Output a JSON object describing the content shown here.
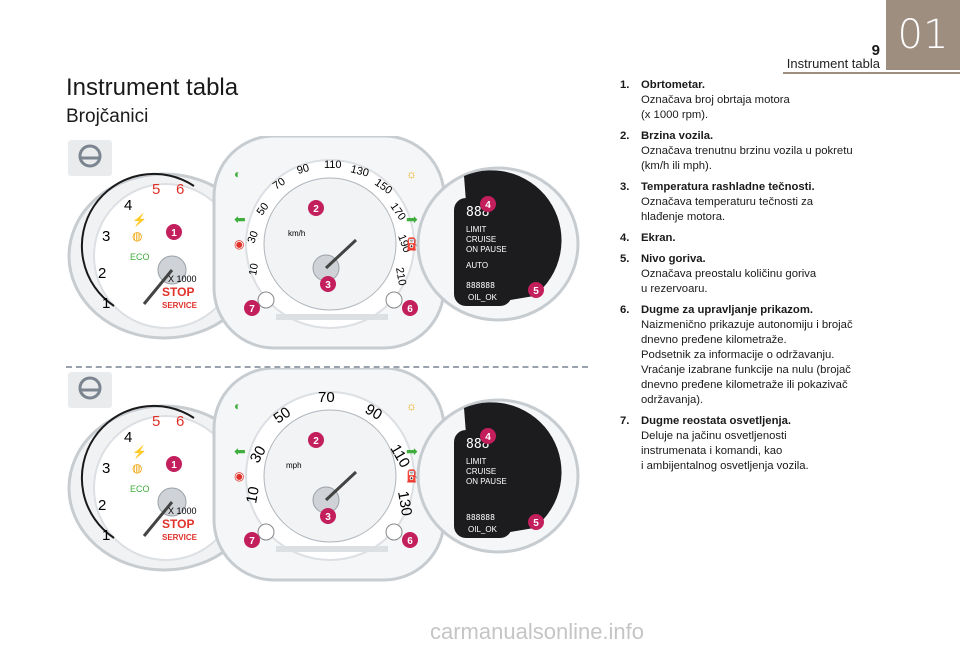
{
  "header": {
    "page_number": "9",
    "section": "Instrument tabla",
    "chapter": "01"
  },
  "title": "Instrument tabla",
  "subtitle": "Brojčanici",
  "legend": [
    {
      "num": "1.",
      "title": "Obrtometar.",
      "desc": "Označava broj obrtaja motora\n(x 1000 rpm)."
    },
    {
      "num": "2.",
      "title": "Brzina vozila.",
      "desc": "Označava trenutnu brzinu vozila u pokretu\n(km/h ili mph)."
    },
    {
      "num": "3.",
      "title": "Temperatura rashladne tečnosti.",
      "desc": "Označava temperaturu tečnosti za\nhlađenje motora."
    },
    {
      "num": "4.",
      "title": "Ekran.",
      "desc": ""
    },
    {
      "num": "5.",
      "title": "Nivo goriva.",
      "desc": "Označava preostalu količinu goriva\nu rezervoaru."
    },
    {
      "num": "6.",
      "title": "Dugme za upravljanje prikazom.",
      "desc": "Naizmenično prikazuje autonomiju i brojač\ndnevno pređene kilometraže.\nPodsetnik za informacije o održavanju.\nVraćanje izabrane funkcije na nulu (brojač\ndnevno pređene kilometraže ili pokazivač\nodržavanja)."
    },
    {
      "num": "7.",
      "title": "Dugme reostata osvetljenja.",
      "desc": "Deluje na jačinu osvetljenosti\ninstrumenata i komandi, kao\ni ambijentalnog osvetljenja vozila."
    }
  ],
  "cluster_top": {
    "rpm_ticks": [
      "1",
      "2",
      "3",
      "4",
      "5",
      "6"
    ],
    "rpm_unit": "X 1000",
    "stop_label": "STOP",
    "service_label": "SERVICE",
    "eco_label": "ECO",
    "speed_ticks": [
      "10",
      "30",
      "50",
      "70",
      "90",
      "110",
      "130",
      "150",
      "170",
      "190",
      "210"
    ],
    "speed_unit": "km/h",
    "display_top": "888",
    "display_lines": [
      "LIMIT",
      "CRUISE",
      "ON  PAUSE",
      "AUTO",
      "OIL_OK"
    ],
    "display_odo": "888888",
    "callouts": [
      "1",
      "2",
      "3",
      "4",
      "5",
      "6",
      "7"
    ]
  },
  "cluster_bottom": {
    "rpm_ticks": [
      "1",
      "2",
      "3",
      "4",
      "5",
      "6"
    ],
    "rpm_unit": "X 1000",
    "stop_label": "STOP",
    "service_label": "SERVICE",
    "eco_label": "ECO",
    "speed_ticks": [
      "10",
      "30",
      "50",
      "70",
      "90",
      "110",
      "130"
    ],
    "speed_unit": "mph",
    "display_top": "888",
    "display_lines": [
      "LIMIT",
      "CRUISE",
      "ON  PAUSE",
      "OIL_OK"
    ],
    "display_odo": "888888",
    "callouts": [
      "1",
      "2",
      "3",
      "4",
      "5",
      "6",
      "7"
    ]
  },
  "colors": {
    "callout": "#c21f5c",
    "accent": "#9e8e80",
    "warning_red": "#e0322b",
    "green": "#3fae3c",
    "amber": "#f0a200"
  },
  "footer": "carmanualsonline.info"
}
